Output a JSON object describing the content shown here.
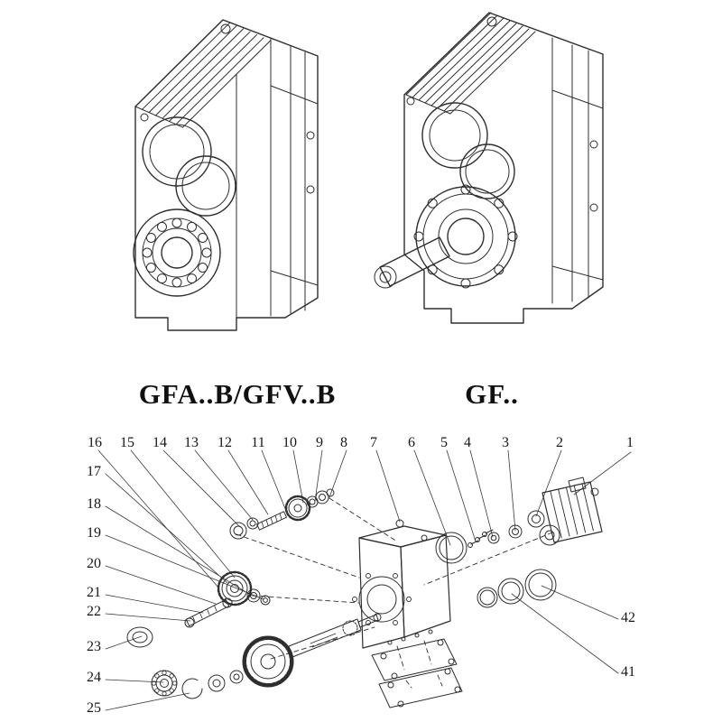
{
  "models": {
    "left_label": "GFA..B/GFV..B",
    "right_label": "GF.."
  },
  "exploded": {
    "top_numbers": [
      "16",
      "15",
      "14",
      "13",
      "12",
      "11",
      "10",
      "9",
      "8",
      "7",
      "6",
      "5",
      "4",
      "3",
      "2",
      "1"
    ],
    "left_numbers": [
      "17",
      "18",
      "19",
      "20",
      "21",
      "22",
      "23",
      "24",
      "25"
    ],
    "right_numbers": [
      "42",
      "41"
    ]
  },
  "colors": {
    "line": "#2e2e2e",
    "leader_line": "#3a3a3a",
    "background": "#ffffff",
    "text": "#111111"
  }
}
